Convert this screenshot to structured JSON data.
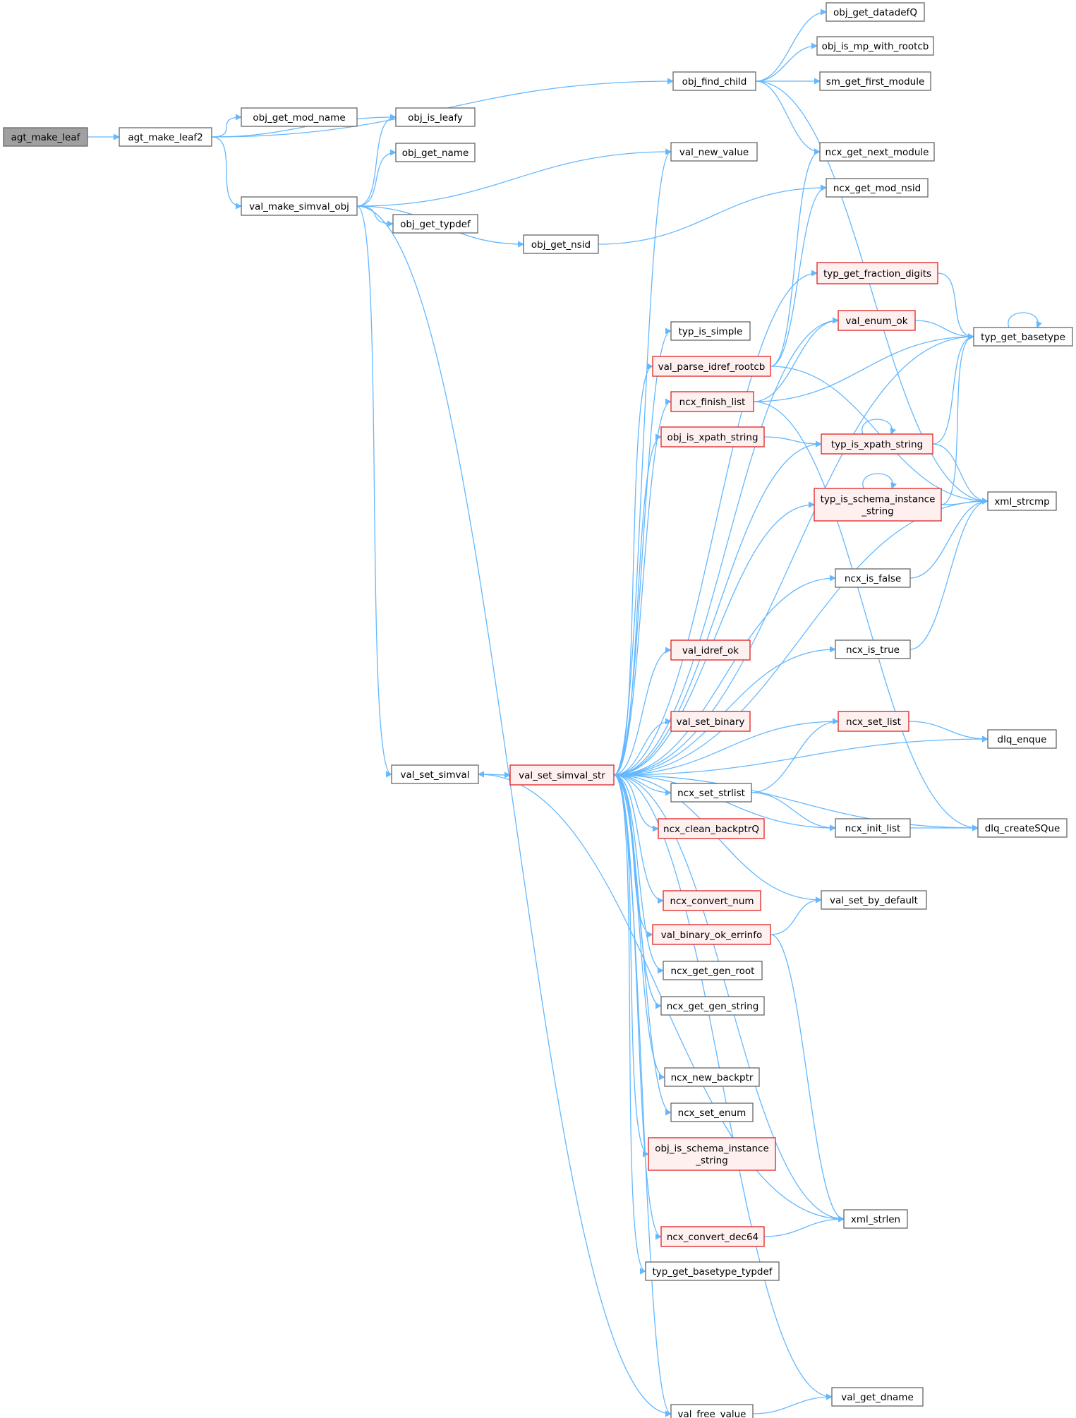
{
  "colors": {
    "edge": "#63b8ff",
    "node_border": "#666666",
    "truncated_border": "#e02020",
    "truncated_fill": "#fff0f0",
    "root_fill": "#a0a0a0"
  },
  "nodes": [
    {
      "id": "agt_make_leaf",
      "lines": [
        "agt_make_leaf"
      ],
      "style": "root"
    },
    {
      "id": "agt_make_leaf2",
      "lines": [
        "agt_make_leaf2"
      ]
    },
    {
      "id": "obj_get_mod_name",
      "lines": [
        "obj_get_mod_name"
      ]
    },
    {
      "id": "obj_is_leafy",
      "lines": [
        "obj_is_leafy"
      ]
    },
    {
      "id": "obj_get_name",
      "lines": [
        "obj_get_name"
      ]
    },
    {
      "id": "val_make_simval_obj",
      "lines": [
        "val_make_simval_obj"
      ]
    },
    {
      "id": "obj_get_typdef",
      "lines": [
        "obj_get_typdef"
      ]
    },
    {
      "id": "obj_get_nsid",
      "lines": [
        "obj_get_nsid"
      ]
    },
    {
      "id": "obj_find_child",
      "lines": [
        "obj_find_child"
      ]
    },
    {
      "id": "obj_get_datadefQ",
      "lines": [
        "obj_get_datadefQ"
      ]
    },
    {
      "id": "obj_is_mp_with_rootcb",
      "lines": [
        "obj_is_mp_with_rootcb"
      ]
    },
    {
      "id": "sm_get_first_module",
      "lines": [
        "sm_get_first_module"
      ]
    },
    {
      "id": "ncx_get_next_module",
      "lines": [
        "ncx_get_next_module"
      ]
    },
    {
      "id": "val_new_value",
      "lines": [
        "val_new_value"
      ]
    },
    {
      "id": "ncx_get_mod_nsid",
      "lines": [
        "ncx_get_mod_nsid"
      ]
    },
    {
      "id": "typ_get_fraction_digits",
      "lines": [
        "typ_get_fraction_digits"
      ],
      "style": "trunc"
    },
    {
      "id": "val_enum_ok",
      "lines": [
        "val_enum_ok"
      ],
      "style": "trunc"
    },
    {
      "id": "typ_is_simple",
      "lines": [
        "typ_is_simple"
      ]
    },
    {
      "id": "typ_get_basetype",
      "lines": [
        "typ_get_basetype"
      ]
    },
    {
      "id": "val_parse_idref_rootcb",
      "lines": [
        "val_parse_idref_rootcb"
      ],
      "style": "trunc"
    },
    {
      "id": "ncx_finish_list",
      "lines": [
        "ncx_finish_list"
      ],
      "style": "trunc"
    },
    {
      "id": "obj_is_xpath_string",
      "lines": [
        "obj_is_xpath_string"
      ],
      "style": "trunc"
    },
    {
      "id": "typ_is_xpath_string",
      "lines": [
        "typ_is_xpath_string"
      ],
      "style": "trunc"
    },
    {
      "id": "typ_is_schema_instance_string",
      "lines": [
        "typ_is_schema_instance",
        "_string"
      ],
      "style": "trunc"
    },
    {
      "id": "xml_strcmp",
      "lines": [
        "xml_strcmp"
      ]
    },
    {
      "id": "ncx_is_false",
      "lines": [
        "ncx_is_false"
      ]
    },
    {
      "id": "val_idref_ok",
      "lines": [
        "val_idref_ok"
      ],
      "style": "trunc"
    },
    {
      "id": "ncx_is_true",
      "lines": [
        "ncx_is_true"
      ]
    },
    {
      "id": "val_set_binary",
      "lines": [
        "val_set_binary"
      ],
      "style": "trunc"
    },
    {
      "id": "ncx_set_list",
      "lines": [
        "ncx_set_list"
      ],
      "style": "trunc"
    },
    {
      "id": "dlq_enque",
      "lines": [
        "dlq_enque"
      ]
    },
    {
      "id": "val_set_simval",
      "lines": [
        "val_set_simval"
      ]
    },
    {
      "id": "val_set_simval_str",
      "lines": [
        "val_set_simval_str"
      ],
      "style": "trunc"
    },
    {
      "id": "ncx_set_strlist",
      "lines": [
        "ncx_set_strlist"
      ]
    },
    {
      "id": "ncx_clean_backptrQ",
      "lines": [
        "ncx_clean_backptrQ"
      ],
      "style": "trunc"
    },
    {
      "id": "ncx_init_list",
      "lines": [
        "ncx_init_list"
      ]
    },
    {
      "id": "dlq_createSQue",
      "lines": [
        "dlq_createSQue"
      ]
    },
    {
      "id": "ncx_convert_num",
      "lines": [
        "ncx_convert_num"
      ],
      "style": "trunc"
    },
    {
      "id": "val_set_by_default",
      "lines": [
        "val_set_by_default"
      ]
    },
    {
      "id": "val_binary_ok_errinfo",
      "lines": [
        "val_binary_ok_errinfo"
      ],
      "style": "trunc"
    },
    {
      "id": "ncx_get_gen_root",
      "lines": [
        "ncx_get_gen_root"
      ]
    },
    {
      "id": "ncx_get_gen_string",
      "lines": [
        "ncx_get_gen_string"
      ]
    },
    {
      "id": "ncx_new_backptr",
      "lines": [
        "ncx_new_backptr"
      ]
    },
    {
      "id": "ncx_set_enum",
      "lines": [
        "ncx_set_enum"
      ]
    },
    {
      "id": "obj_is_schema_instance_string",
      "lines": [
        "obj_is_schema_instance",
        "_string"
      ],
      "style": "trunc"
    },
    {
      "id": "xml_strlen",
      "lines": [
        "xml_strlen"
      ]
    },
    {
      "id": "ncx_convert_dec64",
      "lines": [
        "ncx_convert_dec64"
      ],
      "style": "trunc"
    },
    {
      "id": "typ_get_basetype_typdef",
      "lines": [
        "typ_get_basetype_typdef"
      ]
    },
    {
      "id": "val_get_dname",
      "lines": [
        "val_get_dname"
      ]
    },
    {
      "id": "val_free_value",
      "lines": [
        "val_free_value"
      ]
    }
  ],
  "edges": [
    {
      "from": "agt_make_leaf",
      "to": "agt_make_leaf2"
    },
    {
      "from": "agt_make_leaf2",
      "to": "obj_find_child"
    },
    {
      "from": "agt_make_leaf2",
      "to": "obj_get_mod_name"
    },
    {
      "from": "agt_make_leaf2",
      "to": "obj_is_leafy"
    },
    {
      "from": "agt_make_leaf2",
      "to": "val_make_simval_obj"
    },
    {
      "from": "val_make_simval_obj",
      "to": "obj_is_leafy"
    },
    {
      "from": "val_make_simval_obj",
      "to": "obj_get_name"
    },
    {
      "from": "val_make_simval_obj",
      "to": "obj_get_typdef"
    },
    {
      "from": "val_make_simval_obj",
      "to": "obj_get_nsid"
    },
    {
      "from": "val_make_simval_obj",
      "to": "val_new_value"
    },
    {
      "from": "val_make_simval_obj",
      "to": "val_set_simval"
    },
    {
      "from": "val_make_simval_obj",
      "to": "val_free_value"
    },
    {
      "from": "obj_get_nsid",
      "to": "ncx_get_mod_nsid"
    },
    {
      "from": "obj_find_child",
      "to": "obj_get_datadefQ"
    },
    {
      "from": "obj_find_child",
      "to": "obj_is_mp_with_rootcb"
    },
    {
      "from": "obj_find_child",
      "to": "sm_get_first_module"
    },
    {
      "from": "obj_find_child",
      "to": "ncx_get_next_module"
    },
    {
      "from": "obj_find_child",
      "to": "xml_strcmp"
    },
    {
      "from": "typ_get_fraction_digits",
      "to": "typ_get_basetype"
    },
    {
      "from": "val_enum_ok",
      "to": "typ_get_basetype"
    },
    {
      "from": "typ_get_basetype",
      "to": "typ_get_basetype"
    },
    {
      "from": "val_parse_idref_rootcb",
      "to": "ncx_get_next_module"
    },
    {
      "from": "val_parse_idref_rootcb",
      "to": "ncx_get_mod_nsid"
    },
    {
      "from": "val_parse_idref_rootcb",
      "to": "xml_strcmp"
    },
    {
      "from": "ncx_finish_list",
      "to": "val_enum_ok"
    },
    {
      "from": "ncx_finish_list",
      "to": "typ_get_basetype"
    },
    {
      "from": "ncx_finish_list",
      "to": "dlq_createSQue"
    },
    {
      "from": "obj_is_xpath_string",
      "to": "typ_is_xpath_string"
    },
    {
      "from": "typ_is_xpath_string",
      "to": "typ_is_xpath_string"
    },
    {
      "from": "typ_is_xpath_string",
      "to": "typ_get_basetype"
    },
    {
      "from": "typ_is_xpath_string",
      "to": "xml_strcmp"
    },
    {
      "from": "typ_is_schema_instance_string",
      "to": "typ_is_schema_instance_string"
    },
    {
      "from": "typ_is_schema_instance_string",
      "to": "typ_get_basetype"
    },
    {
      "from": "typ_is_schema_instance_string",
      "to": "xml_strcmp"
    },
    {
      "from": "ncx_is_false",
      "to": "xml_strcmp"
    },
    {
      "from": "ncx_is_true",
      "to": "xml_strcmp"
    },
    {
      "from": "ncx_set_list",
      "to": "dlq_enque"
    },
    {
      "from": "ncx_set_strlist",
      "to": "ncx_set_list"
    },
    {
      "from": "ncx_set_strlist",
      "to": "ncx_init_list"
    },
    {
      "from": "ncx_init_list",
      "to": "dlq_createSQue"
    },
    {
      "from": "val_binary_ok_errinfo",
      "to": "val_set_by_default"
    },
    {
      "from": "val_binary_ok_errinfo",
      "to": "xml_strlen"
    },
    {
      "from": "ncx_convert_dec64",
      "to": "xml_strlen"
    },
    {
      "from": "val_free_value",
      "to": "val_get_dname"
    },
    {
      "from": "val_set_simval",
      "to": "val_set_simval_str"
    },
    {
      "from": "val_set_simval",
      "to": "xml_strlen"
    },
    {
      "from": "val_set_simval_str",
      "to": "val_set_simval"
    },
    {
      "from": "val_set_simval_str",
      "to": "val_new_value"
    },
    {
      "from": "val_set_simval_str",
      "to": "typ_get_basetype"
    },
    {
      "from": "val_set_simval_str",
      "to": "typ_get_fraction_digits"
    },
    {
      "from": "val_set_simval_str",
      "to": "val_enum_ok"
    },
    {
      "from": "val_set_simval_str",
      "to": "typ_is_simple"
    },
    {
      "from": "val_set_simval_str",
      "to": "val_parse_idref_rootcb"
    },
    {
      "from": "val_set_simval_str",
      "to": "ncx_finish_list"
    },
    {
      "from": "val_set_simval_str",
      "to": "obj_is_xpath_string"
    },
    {
      "from": "val_set_simval_str",
      "to": "typ_is_xpath_string"
    },
    {
      "from": "val_set_simval_str",
      "to": "typ_is_schema_instance_string"
    },
    {
      "from": "val_set_simval_str",
      "to": "xml_strcmp"
    },
    {
      "from": "val_set_simval_str",
      "to": "ncx_is_false"
    },
    {
      "from": "val_set_simval_str",
      "to": "ncx_is_true"
    },
    {
      "from": "val_set_simval_str",
      "to": "val_idref_ok"
    },
    {
      "from": "val_set_simval_str",
      "to": "ncx_set_list"
    },
    {
      "from": "val_set_simval_str",
      "to": "val_set_binary"
    },
    {
      "from": "val_set_simval_str",
      "to": "dlq_enque"
    },
    {
      "from": "val_set_simval_str",
      "to": "ncx_set_strlist"
    },
    {
      "from": "val_set_simval_str",
      "to": "ncx_clean_backptrQ"
    },
    {
      "from": "val_set_simval_str",
      "to": "val_set_by_default"
    },
    {
      "from": "val_set_simval_str",
      "to": "ncx_convert_num"
    },
    {
      "from": "val_set_simval_str",
      "to": "val_binary_ok_errinfo"
    },
    {
      "from": "val_set_simval_str",
      "to": "ncx_init_list"
    },
    {
      "from": "val_set_simval_str",
      "to": "ncx_get_gen_root"
    },
    {
      "from": "val_set_simval_str",
      "to": "ncx_get_gen_string"
    },
    {
      "from": "val_set_simval_str",
      "to": "ncx_new_backptr"
    },
    {
      "from": "val_set_simval_str",
      "to": "ncx_set_enum"
    },
    {
      "from": "val_set_simval_str",
      "to": "obj_is_schema_instance_string"
    },
    {
      "from": "val_set_simval_str",
      "to": "xml_strlen"
    },
    {
      "from": "val_set_simval_str",
      "to": "ncx_convert_dec64"
    },
    {
      "from": "val_set_simval_str",
      "to": "typ_get_basetype_typdef"
    },
    {
      "from": "val_set_simval_str",
      "to": "dlq_createSQue"
    },
    {
      "from": "val_set_simval_str",
      "to": "val_get_dname"
    },
    {
      "from": "val_set_simval_str",
      "to": "val_free_value"
    }
  ]
}
